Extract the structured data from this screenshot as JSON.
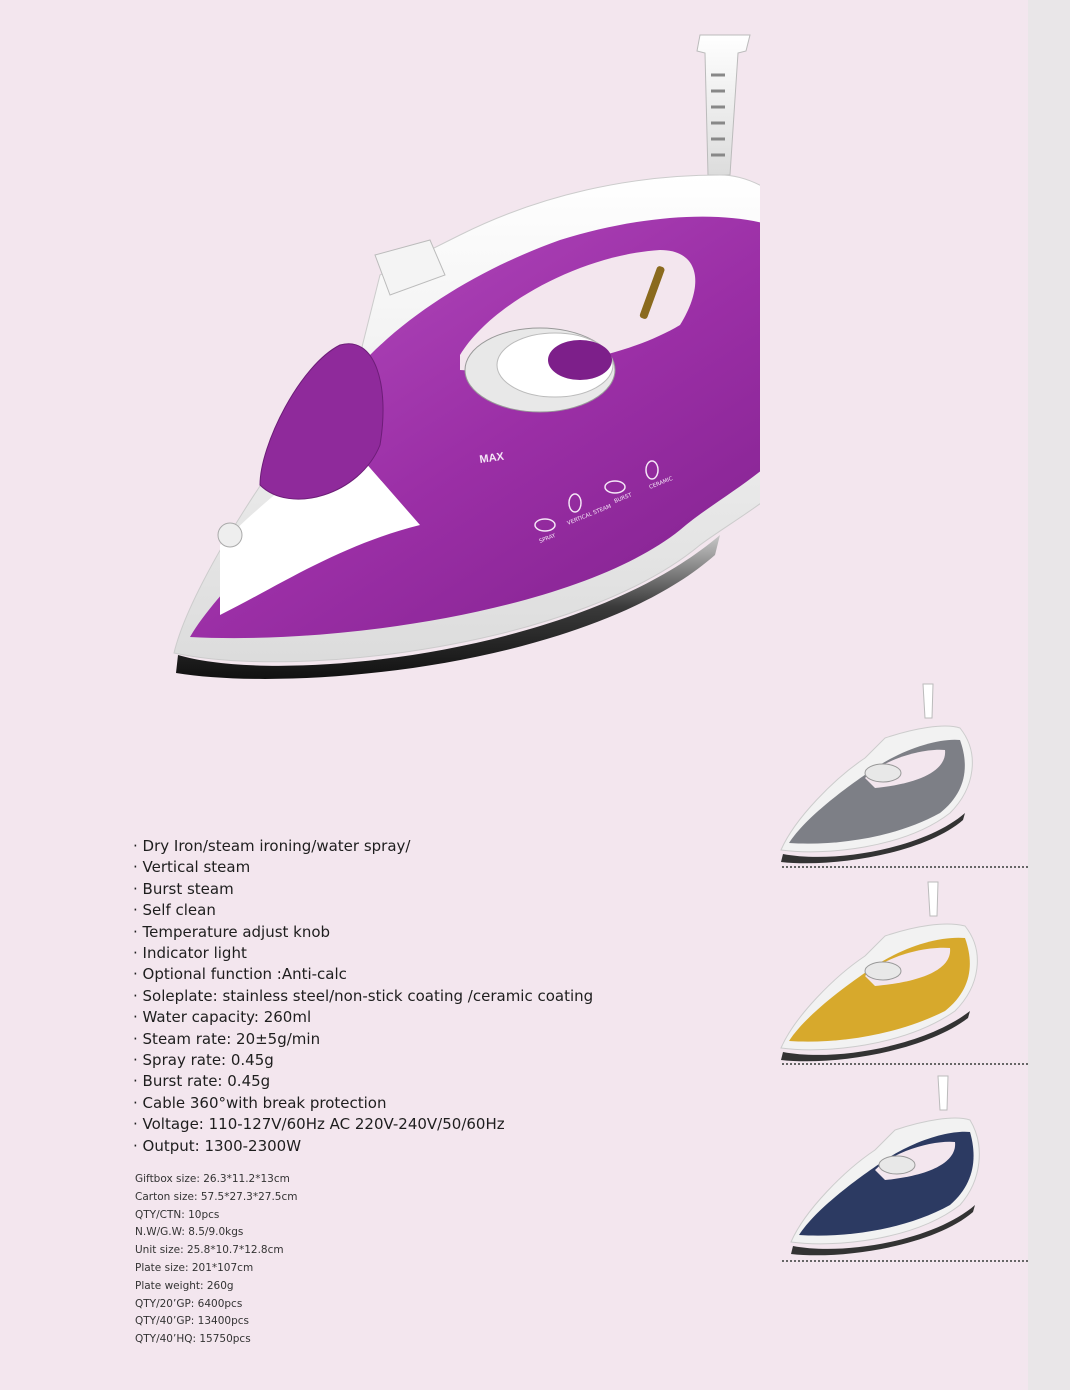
{
  "product": {
    "brand_mark": "MAX",
    "control_labels": [
      "SPRAY",
      "VERTICAL STEAM",
      "BURST",
      "CERAMIC"
    ],
    "colors": {
      "main": "#9b2fa6",
      "variant_grey": "#7d7f86",
      "variant_yellow": "#d7a92c",
      "variant_navy": "#2c3a62"
    }
  },
  "features": [
    "· Dry Iron/steam ironing/water spray/",
    "· Vertical steam",
    "· Burst steam",
    "· Self clean",
    "· Temperature adjust knob",
    "· Indicator light",
    "· Optional function :Anti-calc",
    "· Soleplate: stainless steel/non-stick coating /ceramic coating",
    "· Water capacity: 260ml",
    "· Steam rate: 20±5g/min",
    "· Spray rate: 0.45g",
    "· Burst rate: 0.45g",
    "· Cable 360°with break protection",
    "· Voltage: 110-127V/60Hz AC 220V-240V/50/60Hz",
    "· Output: 1300-2300W"
  ],
  "specs": [
    "Giftbox size: 26.3*11.2*13cm",
    "Carton size: 57.5*27.3*27.5cm",
    "QTY/CTN: 10pcs",
    "N.W/G.W: 8.5/9.0kgs",
    "Unit size: 25.8*10.7*12.8cm",
    "Plate size: 201*107cm",
    "Plate weight: 260g",
    "QTY/20’GP: 6400pcs",
    "QTY/40’GP: 13400pcs",
    "QTY/40’HQ: 15750pcs"
  ]
}
